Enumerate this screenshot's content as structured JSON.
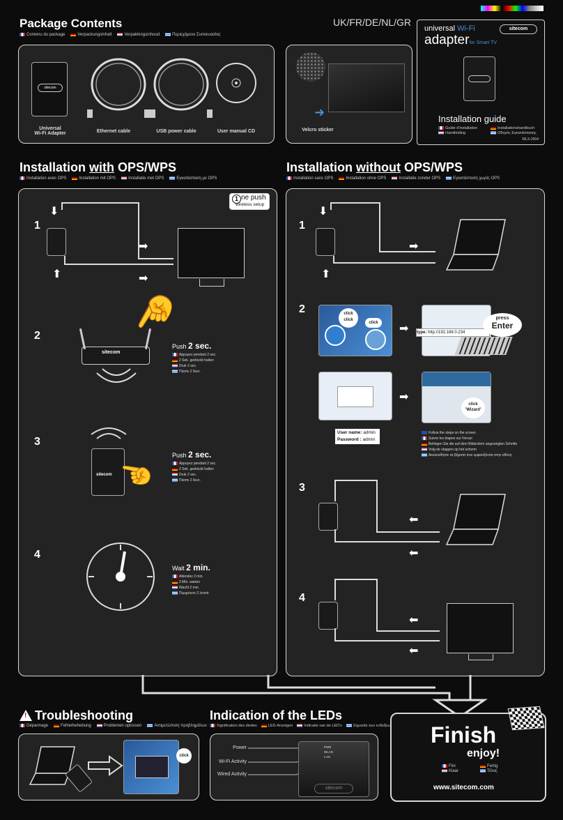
{
  "header": {
    "languages": "UK/FR/DE/NL/GR"
  },
  "package": {
    "title": "Package Contents",
    "subtitles": [
      "Contenu du package",
      "Verpackungsinhalt",
      "Verpakkingsinhoud",
      "Περιεχόμενο Συσκευασίας"
    ],
    "items": [
      "Universal\nWi-Fi Adapter",
      "Ethernet cable",
      "USB power cable",
      "User manual CD"
    ],
    "velcro": "Velcro sticker"
  },
  "cover": {
    "brand": "sitecom",
    "product_line1": "universal",
    "product_line1_accent": "Wi-Fi",
    "product_line2": "adapter",
    "product_line2_accent": "for Smart TV",
    "guide_title": "Installation guide",
    "guide_langs": [
      "Guide d'installation",
      "Installationshandbuch",
      "Handleiding",
      "Οδηγός Εγκατάστασης"
    ],
    "model": "WLX-2004"
  },
  "with_ops": {
    "title_pre": "Installation ",
    "title_u": "with",
    "title_post": " OPS/WPS",
    "subtitles": [
      "Installation avec OPS",
      "Installation mit OPS",
      "Installatie met OPS",
      "Εγκατάσταση με OPS"
    ],
    "badge_big": "ne push",
    "badge_num": "1",
    "badge_small": "wireless setup",
    "steps": [
      "1",
      "2",
      "3",
      "4"
    ],
    "step2_action": "Push ",
    "step2_time": "2 sec.",
    "step2_tr": [
      "Appuyez pendant 2 sec.",
      "2 Sek. gedrückt halten",
      "Druk 2 sec.",
      "Πιέστε 2 δευτ."
    ],
    "step3_action": "Push ",
    "step3_time": "2 sec.",
    "step3_tr": [
      "Appuyez pendant 2 sec.",
      "2 Sek. gedrückt halten",
      "Druk 2 sec.",
      "Πιέστε 2 δευτ."
    ],
    "step4_action": "Wait ",
    "step4_time": "2 min.",
    "step4_tr": [
      "Attendez 2 min.",
      "2 Min. warten",
      "Wacht 2 min.",
      "Περιμένετε 2 λεπτά"
    ],
    "device_brand": "sitecom"
  },
  "without_ops": {
    "title_pre": "Installation ",
    "title_u": "without",
    "title_post": " OPS/WPS",
    "subtitles": [
      "Installation sans OPS",
      "Installation ohne OPS",
      "Installatie zonder OPS",
      "Εγκατάσταση χωρίς OPS"
    ],
    "steps": [
      "1",
      "2",
      "3",
      "4"
    ],
    "click_click": "click\nclick",
    "click": "click",
    "type_label": "type:",
    "type_url": "http://192.168.0.234",
    "press": "press",
    "enter": "Enter",
    "username_label": "User name:",
    "username": "admin",
    "password_label": "Password :",
    "password": "admin",
    "click_wizard": "click\n'Wizard'",
    "follow": [
      "Follow the steps on the screen",
      "Suivre les étapes sur l'écran",
      "Befolgen Sie die auf dem Bildschirm angezeigten Schritte",
      "Volg de stappen op het scherm",
      "Ακολουθήστε τα βήματα που εμφανίζονται στην οθόνη"
    ]
  },
  "troubleshooting": {
    "title": "Troubleshooting",
    "subtitles": [
      "Dépannage",
      "Fehlerbehebung",
      "Problemen oplossen",
      "Αντιμετώπιση προβλημάτων"
    ],
    "click": "click"
  },
  "leds": {
    "title": "Indication of the LEDs",
    "subtitles": [
      "Signification des diodes",
      "LED-Anzeigen",
      "Indicatie van de LED's",
      "Σημασία των ενδείξεων LED"
    ],
    "items": [
      "Power",
      "Wi-Fi Activity",
      "Wired Activity"
    ],
    "device_labels": [
      "PWR",
      "WLAN",
      "LAN"
    ],
    "brand": "sitecom"
  },
  "finish": {
    "title": "Finish",
    "enjoy": "enjoy!",
    "translations": [
      "Fini",
      "Fertig",
      "Klaar",
      "Τέλος"
    ],
    "url": "www.sitecom.com"
  },
  "colors": {
    "accent_blue": "#4a8fd6",
    "panel": "#232323",
    "border": "#d8d8d8"
  }
}
